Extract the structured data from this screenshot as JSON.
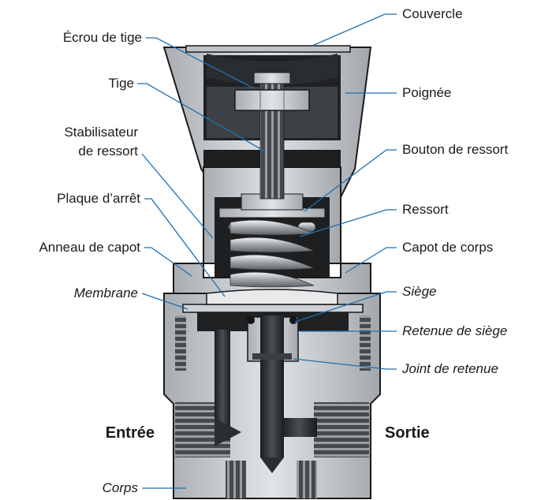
{
  "labels": {
    "couvercle": "Couvercle",
    "ecrou_de_tige": "Écrou de tige",
    "poignee": "Poignée",
    "tige": "Tige",
    "stabilisateur_line1": "Stabilisateur",
    "stabilisateur_line2": "de ressort",
    "bouton_de_ressort": "Bouton de ressort",
    "plaque_darret": "Plaque d’arrêt",
    "ressort": "Ressort",
    "anneau_de_capot": "Anneau de capot",
    "capot_de_corps": "Capot de corps",
    "membrane": "Membrane",
    "siege": "Siège",
    "retenue_de_siege": "Retenue de siège",
    "joint_de_retenue": "Joint de retenue",
    "entree": "Entrée",
    "sortie": "Sortie",
    "corps": "Corps"
  },
  "colors": {
    "leader_line": "#1f6fb2",
    "body_metal": "#cfd3d7",
    "body_dark": "#2b2e31",
    "outline": "#1a1a1a"
  }
}
